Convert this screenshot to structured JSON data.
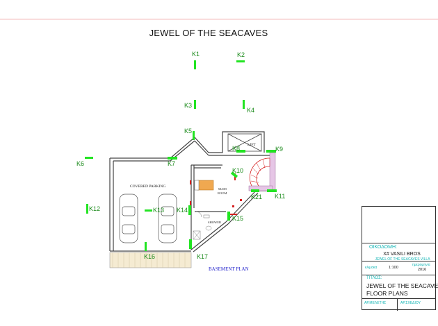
{
  "title": "JEWEL OF THE SEACAVES",
  "plan_caption": "BASEMENT PLAN",
  "rooms": {
    "parking": "COVERED PARKING",
    "maid_room_line1": "MAID",
    "maid_room_line2": "ROOM",
    "shower": "SHOWER",
    "lift": "LIFT"
  },
  "columns": [
    "K1",
    "K2",
    "K3",
    "K4",
    "K5",
    "K6",
    "K7",
    "K8",
    "K9",
    "K10",
    "K11",
    "K12",
    "K13",
    "K14",
    "K15",
    "K16",
    "K17",
    "K21"
  ],
  "title_block": {
    "owner_label": "ΟΙΚΟΔΟΜΗ:",
    "owner_name": "Χ# VASILI BROS",
    "owner_project": "JEWEL OF THE SEACAVES VILLA",
    "scale_label": "κλιμακα",
    "scale_value": "1:100",
    "date_label": "ημερομηνια",
    "date_value": "2016",
    "title_label": "ΤΙΤΛΟΣ:",
    "title_line1": "JEWEL OF THE SEACAVES",
    "title_line2": "FLOOR PLANS",
    "designer_label": "ΑΡ.ΜΕΛΕΤΗΣ",
    "drawing_label": "ΑΡ.ΣΧΕΔΙΟΥ"
  },
  "colors": {
    "column": "#22e422",
    "wall": "#444444",
    "accent_red": "#d62020",
    "stair": "#c080c0",
    "cyan": "#12b5b5",
    "caption_blue": "#2222cc"
  }
}
